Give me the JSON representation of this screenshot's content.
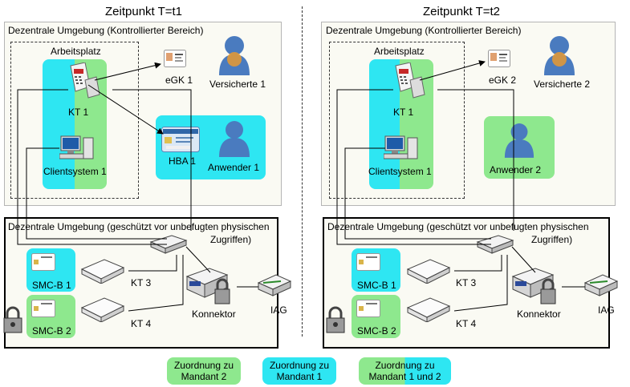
{
  "left": {
    "title": "Zeitpunkt T=t1",
    "region_controlled": "Dezentrale Umgebung (Kontrollierter Bereich)",
    "workplace": "Arbeitsplatz",
    "kt": "KT 1",
    "client": "Clientsystem 1",
    "egk": "eGK 1",
    "insured": "Versicherte 1",
    "hba": "HBA 1",
    "user": "Anwender 1",
    "region_protected_1": "Dezentrale Umgebung (geschützt vor unbefugten physischen",
    "region_protected_2": "Zugriffen)",
    "smcb1": "SMC-B 1",
    "smcb2": "SMC-B 2",
    "kt3": "KT 3",
    "kt4": "KT 4",
    "konnektor": "Konnektor",
    "iag": "IAG"
  },
  "right": {
    "title": "Zeitpunkt T=t2",
    "region_controlled": "Dezentrale Umgebung (Kontrollierter Bereich)",
    "workplace": "Arbeitsplatz",
    "kt": "KT 1",
    "client": "Clientsystem 1",
    "egk": "eGK 2",
    "insured": "Versicherte 2",
    "user": "Anwender 2",
    "region_protected_1": "Dezentrale Umgebung (geschützt vor unbefugten physischen",
    "region_protected_2": "Zugriffen)",
    "smcb1": "SMC-B 1",
    "smcb2": "SMC-B 2",
    "kt3": "KT 3",
    "kt4": "KT 4",
    "konnektor": "Konnektor",
    "iag": "IAG"
  },
  "legend": {
    "m2_line1": "Zuordnung zu",
    "m2_line2": "Mandant 2",
    "m1_line1": "Zuordnung zu",
    "m1_line2": "Mandant 1",
    "m12_line1": "Zuordnung zu",
    "m12_line2": "Mandant 1 und 2"
  },
  "colors": {
    "mandant1": "#2ee6f2",
    "mandant2": "#8ee88e",
    "region_bg": "#fafaf3",
    "person": "#4a7bbf"
  }
}
